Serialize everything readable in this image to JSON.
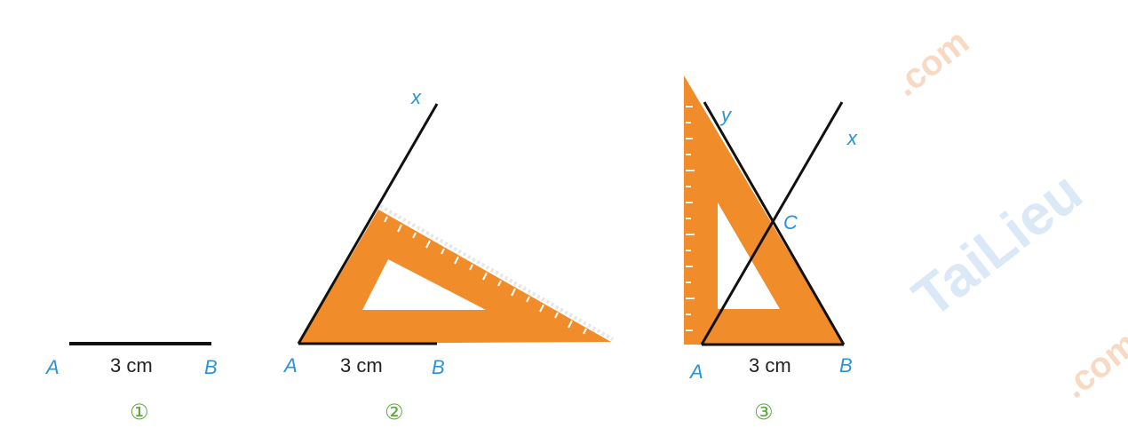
{
  "colors": {
    "ruler": "#f08c2a",
    "ruler_dark": "#c86d12",
    "line": "#111111",
    "point_label": "#2a93d5",
    "number": "#5aa83a"
  },
  "watermark": {
    "brand": "TaiLieu",
    "suffix": ".com"
  },
  "figures": [
    {
      "number": "①",
      "A": "A",
      "B": "B",
      "length": "3 cm"
    },
    {
      "number": "②",
      "A": "A",
      "B": "B",
      "length": "3 cm",
      "ray": "x"
    },
    {
      "number": "③",
      "A": "A",
      "B": "B",
      "length": "3 cm",
      "ray_x": "x",
      "ray_y": "y",
      "intersection": "C"
    }
  ]
}
